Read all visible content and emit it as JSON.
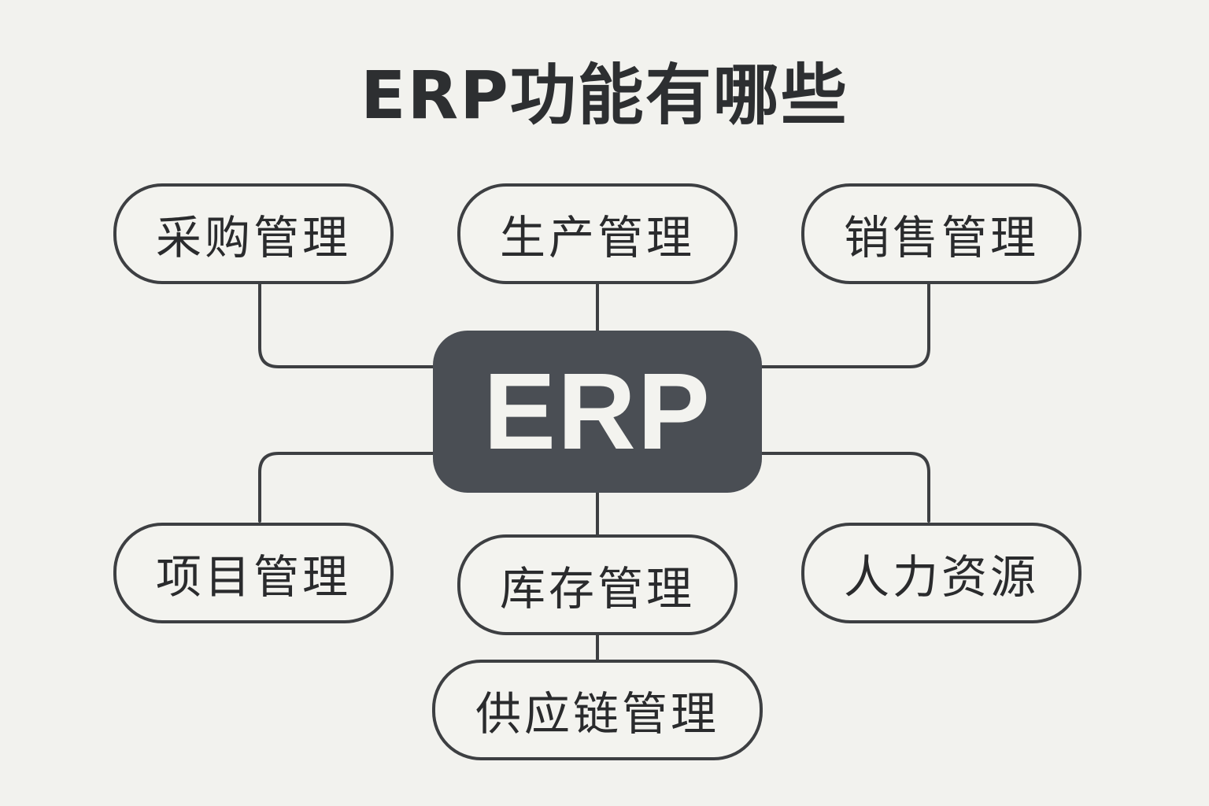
{
  "title": "ERP功能有哪些",
  "hub": {
    "label": "ERP"
  },
  "modules": {
    "procurement": "采购管理",
    "production": "生产管理",
    "sales": "销售管理",
    "project": "项目管理",
    "inventory": "库存管理",
    "hr": "人力资源",
    "supply_chain": "供应链管理"
  },
  "colors": {
    "background": "#f2f2ee",
    "hub_fill": "#4a4e54",
    "line": "#3d3f42",
    "text": "#2a2b2d"
  }
}
